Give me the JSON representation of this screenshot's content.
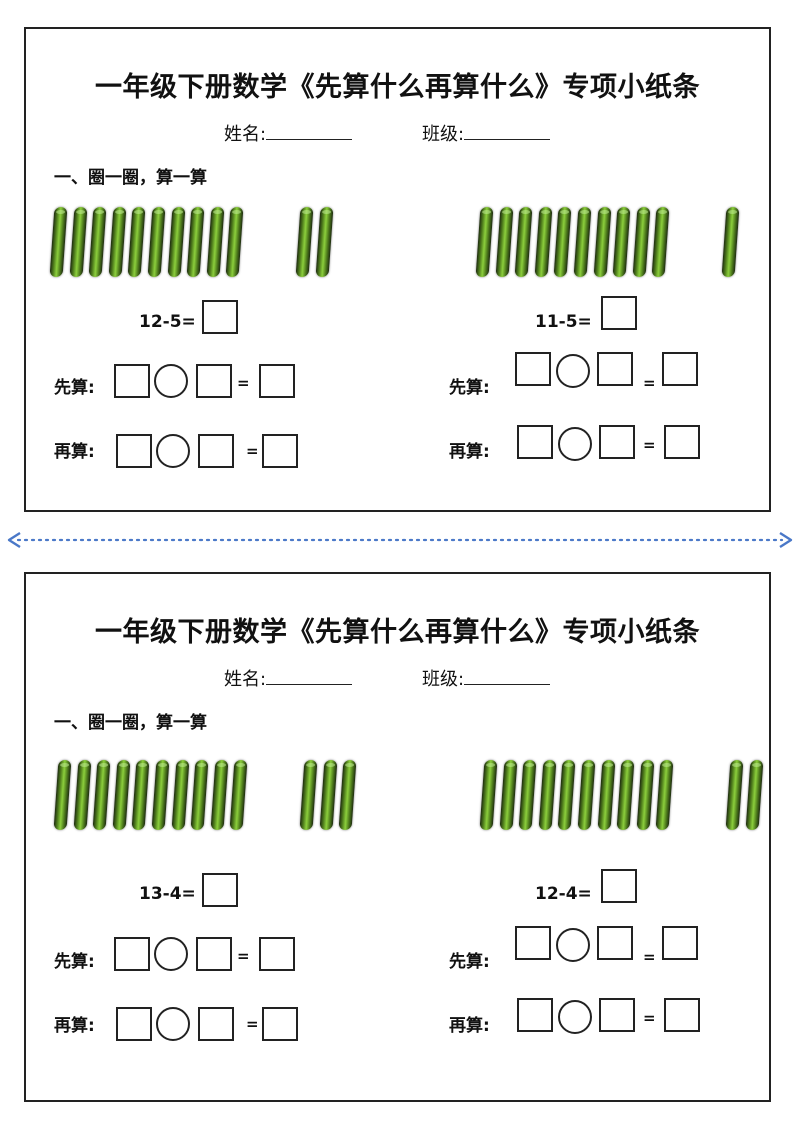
{
  "cards": [
    {
      "title": "一年级下册数学《先算什么再算什么》专项小纸条",
      "name_label": "姓名:",
      "class_label": "班级:",
      "section": "一、圈一圈，算一算",
      "problems": [
        {
          "sticks_left": 10,
          "sticks_right": 2,
          "expression": "12-5=",
          "step1_label": "先算:",
          "step2_label": "再算:",
          "equals": "="
        },
        {
          "sticks_left": 10,
          "sticks_right": 1,
          "expression": "11-5=",
          "step1_label": "先算:",
          "step2_label": "再算:",
          "equals": "="
        }
      ]
    },
    {
      "title": "一年级下册数学《先算什么再算什么》专项小纸条",
      "name_label": "姓名:",
      "class_label": "班级:",
      "section": "一、圈一圈，算一算",
      "problems": [
        {
          "sticks_left": 10,
          "sticks_right": 3,
          "expression": "13-4=",
          "step1_label": "先算:",
          "step2_label": "再算:",
          "equals": "="
        },
        {
          "sticks_left": 10,
          "sticks_right": 2,
          "expression": "12-4=",
          "step1_label": "先算:",
          "step2_label": "再算:",
          "equals": "="
        }
      ]
    }
  ],
  "colors": {
    "stick": "#7fbf3a",
    "border": "#222222",
    "divider": "#4a78c8"
  }
}
